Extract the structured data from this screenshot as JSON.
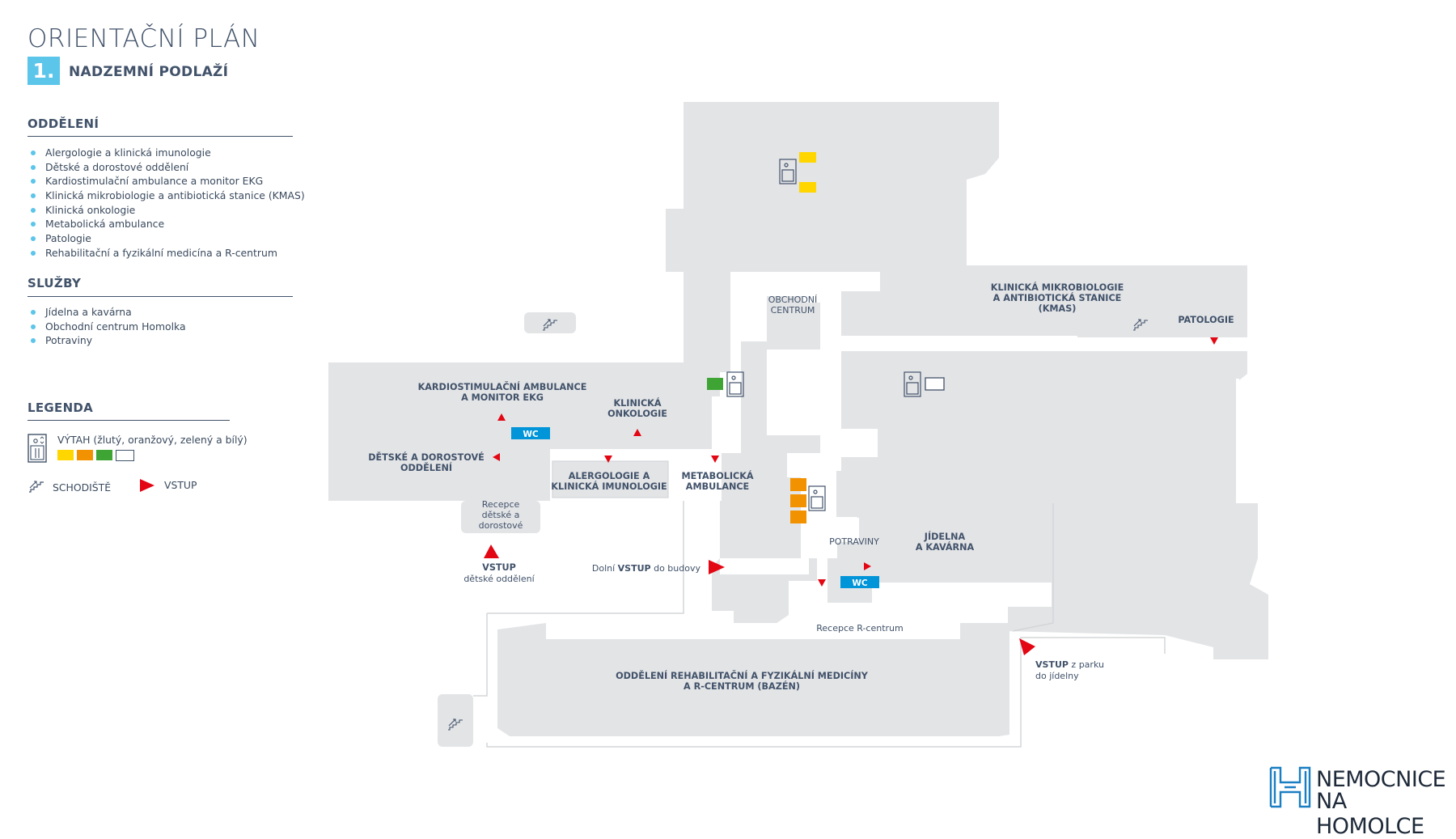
{
  "header": {
    "title": "ORIENTAČNÍ PLÁN",
    "floor_number": "1.",
    "floor_label": "NADZEMNÍ PODLAŽÍ"
  },
  "sections": {
    "departments": {
      "heading": "ODDĚLENÍ",
      "items": [
        "Alergologie a klinická imunologie",
        "Dětské a dorostové oddělení",
        "Kardiostimulační ambulance a monitor EKG",
        "Klinická mikrobiologie a antibiotická stanice (KMAS)",
        "Klinická onkologie",
        "Metabolická ambulance",
        "Patologie",
        "Rehabilitační a fyzikální medicína a R-centrum"
      ]
    },
    "services": {
      "heading": "SLUŽBY",
      "items": [
        "Jídelna a kavárna",
        "Obchodní centrum Homolka",
        "Potraviny"
      ]
    },
    "legend": {
      "heading": "LEGENDA",
      "elevator": "VÝTAH (žlutý, oranžový, zelený a bílý)",
      "stairs": "SCHODIŠTĚ",
      "entrance": "VSTUP",
      "colors": {
        "yellow": "#ffd600",
        "orange": "#f39200",
        "green": "#3ea535",
        "white": "#ffffff"
      }
    }
  },
  "map": {
    "kardio_line1": "KARDIOSTIMULAČNÍ AMBULANCE",
    "kardio_line2": "A MONITOR EKG",
    "onko_line1": "KLINICKÁ",
    "onko_line2": "ONKOLOGIE",
    "deti_line1": "DĚTSKÉ A DOROSTOVÉ",
    "deti_line2": "ODDĚLENÍ",
    "alerg_line1": "ALERGOLOGIE A",
    "alerg_line2": "KLINICKÁ IMUNOLOGIE",
    "metab_line1": "METABOLICKÁ",
    "metab_line2": "AMBULANCE",
    "obchod_line1": "OBCHODNÍ",
    "obchod_line2": "CENTRUM",
    "kmas_line1": "KLINICKÁ MIKROBIOLOGIE",
    "kmas_line2": "A ANTIBIOTICKÁ STANICE",
    "kmas_line3": "(KMAS)",
    "patologie": "PATOLOGIE",
    "potraviny": "POTRAVINY",
    "jidelna_line1": "JÍDELNA",
    "jidelna_line2": "A KAVÁRNA",
    "rehab_line1": "ODDĚLENÍ REHABILITAČNÍ A FYZIKÁLNÍ MEDICÍNY",
    "rehab_line2": "A R-CENTRUM (BAZÉN)",
    "recepce_deti_line1": "Recepce",
    "recepce_deti_line2": "dětské a",
    "recepce_deti_line3": "dorostové",
    "recepce_r": "Recepce R-centrum",
    "wc": "WC",
    "vstup_deti_bold": "VSTUP",
    "vstup_deti_sub": "dětské oddělení",
    "dolni_a": "Dolní ",
    "dolni_b": "VSTUP",
    "dolni_c": " do budovy",
    "park_bold": "VSTUP",
    "park_a": " z parku",
    "park_b": "do jídelny"
  },
  "logo": {
    "line1": "NEMOCNICE",
    "line2": "NA HOMOLCE"
  }
}
